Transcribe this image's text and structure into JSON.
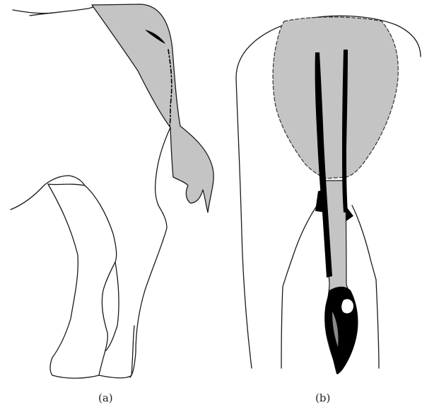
{
  "figure": {
    "panels": [
      {
        "id": "a",
        "caption": "(a)"
      },
      {
        "id": "b",
        "caption": "(b)"
      }
    ],
    "colors": {
      "outline": "#1a1a1a",
      "shaded_region": "#c4c4c4",
      "marking": "#000000",
      "background": "#ffffff"
    }
  }
}
